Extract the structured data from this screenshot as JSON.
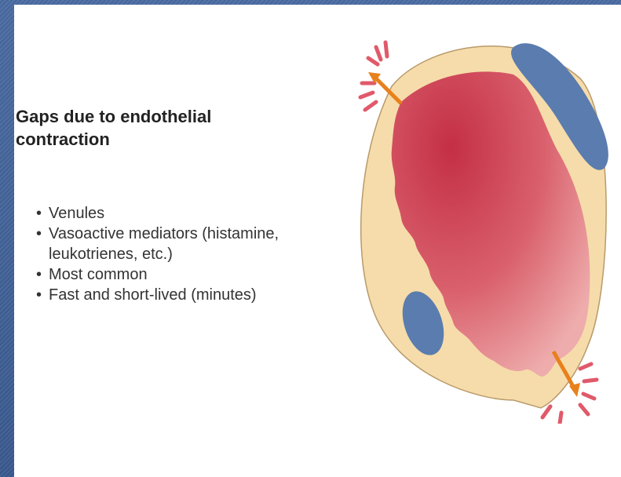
{
  "heading": {
    "line1": "Gaps due to endothelial",
    "line2": "contraction"
  },
  "bullets": [
    "Venules",
    "Vasoactive mediators (histamine, leukotrienes, etc.)",
    "Most common",
    "Fast and short-lived (minutes)"
  ],
  "colors": {
    "frame": "#3f5f96",
    "cell_wall": "#f6dcaa",
    "cytoplasm_dark": "#c8324a",
    "cytoplasm_light": "#e89aa0",
    "nucleus": "#5b7cae",
    "arrow": "#e8801c"
  }
}
